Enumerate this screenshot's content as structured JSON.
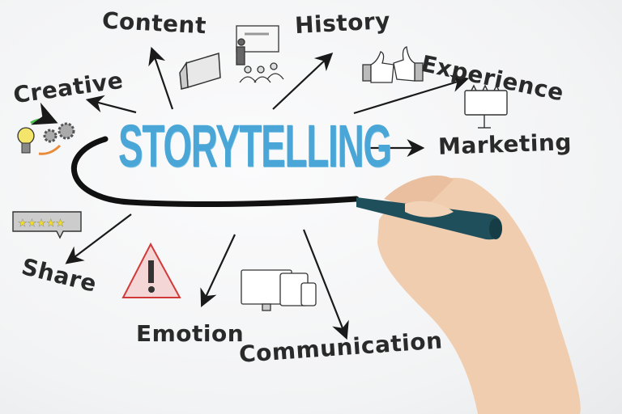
{
  "center": {
    "label": "STORYTELLING",
    "color": "#4aa6d6"
  },
  "nodes": [
    {
      "id": "content",
      "label": "Content"
    },
    {
      "id": "history",
      "label": "History"
    },
    {
      "id": "experience",
      "label": "Experience"
    },
    {
      "id": "creative",
      "label": "Creative"
    },
    {
      "id": "marketing",
      "label": "Marketing"
    },
    {
      "id": "share",
      "label": "Share"
    },
    {
      "id": "emotion",
      "label": "Emotion"
    },
    {
      "id": "communication",
      "label": "Communication"
    }
  ],
  "icons": [
    "book-icon",
    "presentation-icon",
    "thumbs-up-icon",
    "billboard-icon",
    "lightbulb-gears-icon",
    "rating-stars-icon",
    "warning-icon",
    "devices-icon"
  ],
  "scene": {
    "hand": "hand-holding-marker",
    "marker_color": "#1f4f5a",
    "text_color": "#2a2a2a"
  }
}
